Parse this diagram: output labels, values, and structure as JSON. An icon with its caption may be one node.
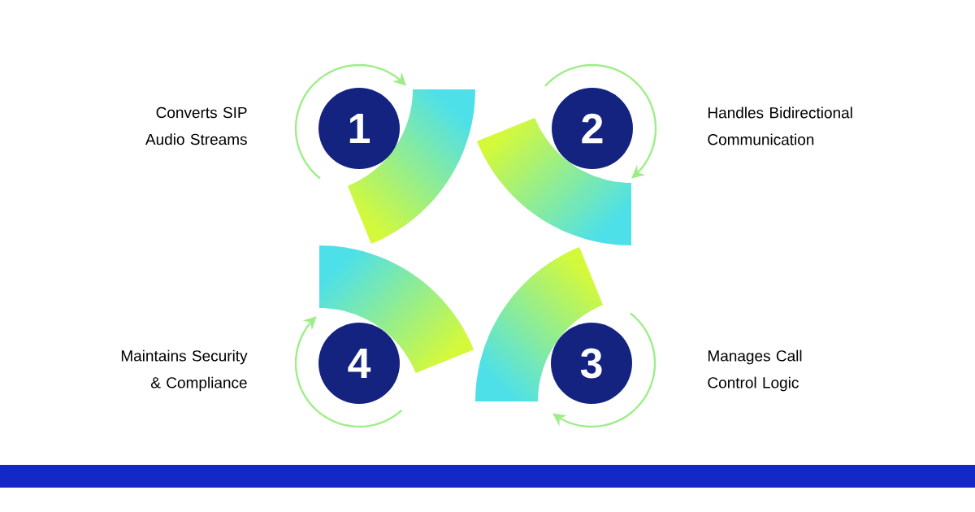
{
  "diagram": {
    "nodes": [
      {
        "text": [
          "1"
        ]
      },
      {
        "text": [
          "2"
        ]
      },
      {
        "text": [
          "3"
        ]
      },
      {
        "text": [
          "4"
        ]
      }
    ],
    "labels": [
      "Converts SIP Audio Streams",
      "Handles Bidirectional Communication",
      "Maintains Security & Compliance",
      "Manages Call Control Logic"
    ]
  }
}
